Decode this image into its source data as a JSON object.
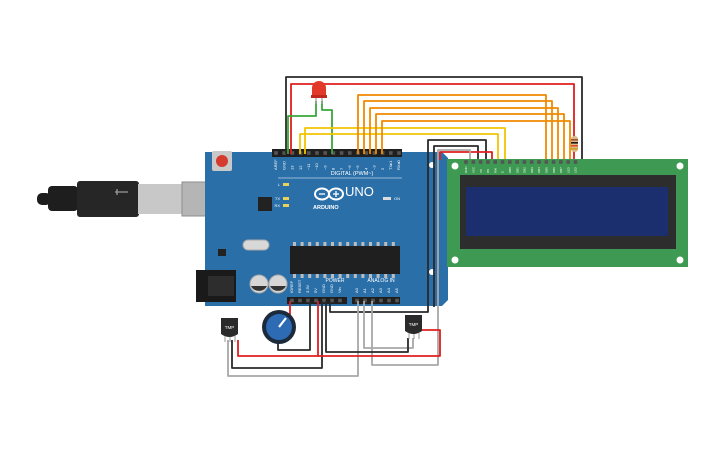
{
  "board": {
    "name": "ARDUINO",
    "model": "UNO",
    "digital_header": "DIGITAL (PWM~)",
    "power_header": "POWER",
    "analog_header": "ANALOG IN",
    "on_label": "ON",
    "l_label": "L",
    "tx_label": "TX",
    "rx_label": "RX",
    "digital_pins": [
      "AREF",
      "GND",
      "13",
      "12",
      "~11",
      "~10",
      "~9",
      "8",
      "7",
      "~6",
      "~5",
      "4",
      "~3",
      "2",
      "TX▸1",
      "RX◂0"
    ],
    "power_pins": [
      "IOREF",
      "RESET",
      "3.3V",
      "5V",
      "GND",
      "GND",
      "Vin"
    ],
    "analog_pins": [
      "A0",
      "A1",
      "A2",
      "A3",
      "A4",
      "A5"
    ]
  },
  "sensors": [
    {
      "label": "TMP"
    },
    {
      "label": "TMP"
    }
  ],
  "lcd": {
    "pins": [
      "GND",
      "VCC",
      "V0",
      "RS",
      "RW",
      "E",
      "DB0",
      "DB1",
      "DB2",
      "DB3",
      "DB4",
      "DB5",
      "DB6",
      "DB7",
      "LED",
      "LED"
    ]
  },
  "colors": {
    "board": "#2a6fa8",
    "lcd_pcb": "#3e9a52",
    "lcd_screen": "#1b2f6e",
    "wire_red": "#e01e1e",
    "wire_black": "#2a2a2a",
    "wire_green": "#3aa63a",
    "wire_yellow": "#f2c400",
    "wire_orange": "#f08a00",
    "wire_gray": "#a8a8a8",
    "led": "#e23a2a",
    "pot": "#2d6bb5"
  }
}
